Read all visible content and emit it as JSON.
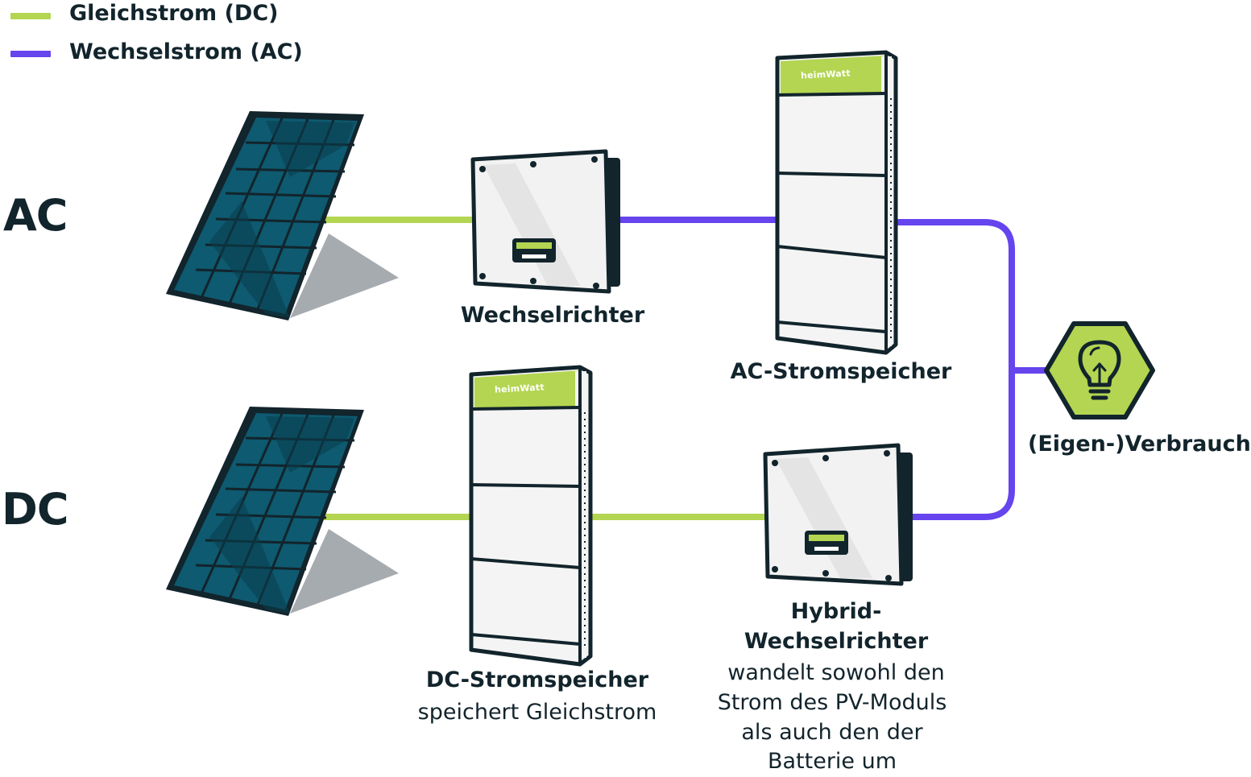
{
  "legend": {
    "dc": {
      "label": "Gleichstrom (DC)",
      "color": "#b3d551"
    },
    "ac": {
      "label": "Wechselstrom (AC)",
      "color": "#6644ee"
    }
  },
  "rows": {
    "ac": "AC",
    "dc": "DC"
  },
  "components": {
    "inverter": {
      "label": "Wechselrichter"
    },
    "ac_storage": {
      "label": "AC-Stromspeicher",
      "brand": "heimWatt"
    },
    "dc_storage": {
      "label": "DC-Stromspeicher",
      "desc": "speichert Gleichstrom",
      "brand": "heimWatt"
    },
    "hybrid_inverter": {
      "label_line1": "Hybrid-",
      "label_line2": "Wechselrichter",
      "desc_line1": "wandelt sowohl den",
      "desc_line2": "Strom des PV-Moduls",
      "desc_line3": "als auch den der",
      "desc_line4": "Batterie um"
    },
    "consumption": {
      "label": "(Eigen-)Verbrauch",
      "icon": "lightbulb-icon"
    }
  },
  "colors": {
    "dark": "#12242c",
    "panel": "#0d4a5e",
    "accent_green": "#b3d551",
    "accent_purple": "#6644ee"
  }
}
